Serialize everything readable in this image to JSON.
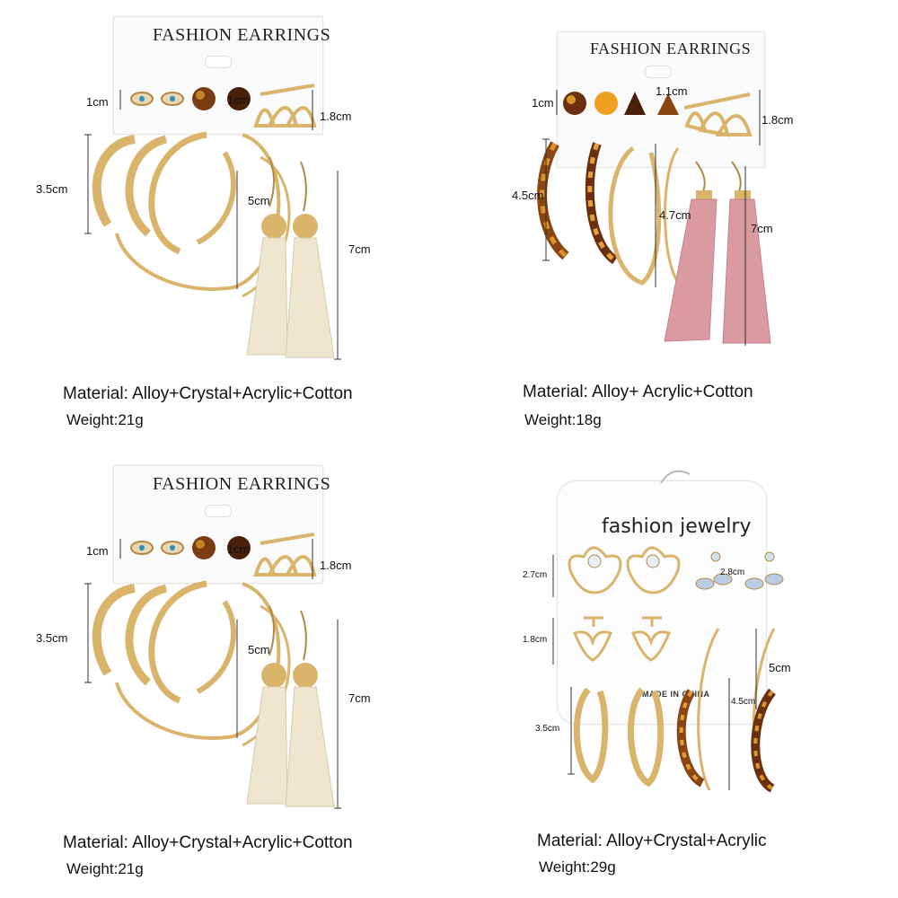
{
  "panels": [
    {
      "card_title": "FASHION EARRINGS",
      "measurements": [
        "1cm",
        "1cm",
        "1.8cm",
        "3.5cm",
        "5cm",
        "7cm"
      ],
      "material": "Material: Alloy+Crystal+Acrylic+Cotton",
      "weight": "Weight:21g",
      "tassel_color": "#efe6cf"
    },
    {
      "card_title": "FASHION EARRINGS",
      "measurements": [
        "1cm",
        "1.1cm",
        "1.8cm",
        "4.5cm",
        "4.7cm",
        "7cm"
      ],
      "material": "Material: Alloy+ Acrylic+Cotton",
      "weight": "Weight:18g",
      "tassel_color": "#d99aa0"
    },
    {
      "card_title": "FASHION EARRINGS",
      "measurements": [
        "1cm",
        "1cm",
        "1.8cm",
        "3.5cm",
        "5cm",
        "7cm"
      ],
      "material": "Material: Alloy+Crystal+Acrylic+Cotton",
      "weight": "Weight:21g",
      "tassel_color": "#efe6cf"
    },
    {
      "card_title": "fashion jewelry",
      "measurements": [
        "2.7cm",
        "2.8cm",
        "1.8cm",
        "5cm",
        "3.5cm",
        "4.5cm"
      ],
      "made_in": "MADE IN CHINA",
      "material": "Material: Alloy+Crystal+Acrylic",
      "weight": "Weight:29g"
    }
  ],
  "colors": {
    "gold": "#d9b46a",
    "gold_dark": "#b08a45",
    "tortoise_dark": "#5a2e10",
    "tortoise_light": "#d9962e",
    "tassel_cream": "#efe6cf",
    "tassel_pink": "#d99aa0"
  }
}
